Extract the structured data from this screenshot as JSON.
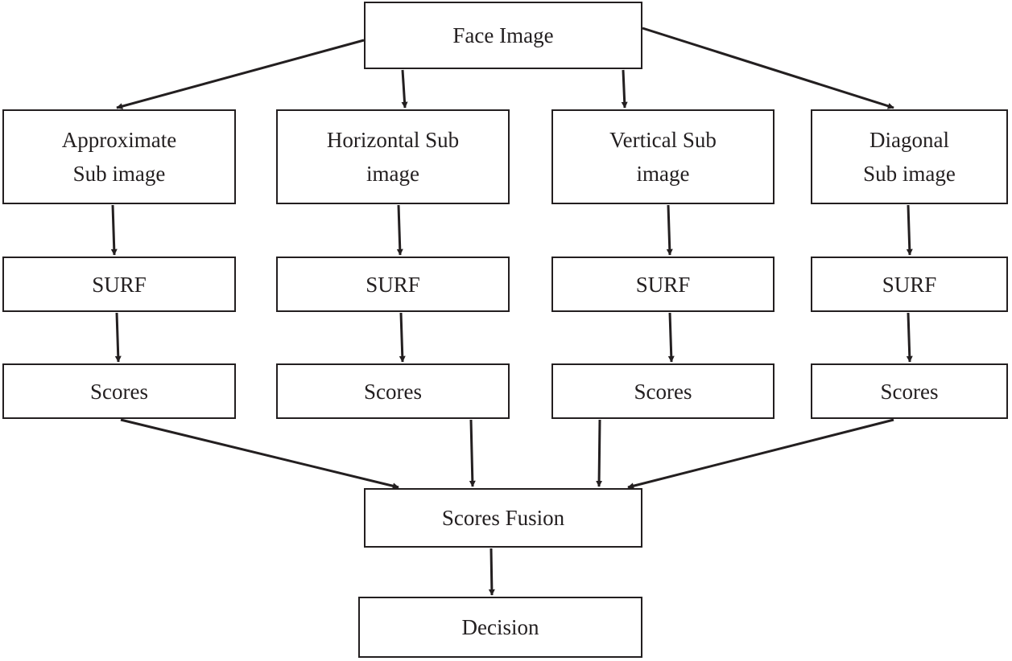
{
  "nodes": {
    "face_image": "Face Image",
    "approximate": "Approximate\nSub image",
    "horizontal": "Horizontal Sub\nimage",
    "vertical": "Vertical Sub\nimage",
    "diagonal": "Diagonal\nSub image",
    "surf_1": "SURF",
    "surf_2": "SURF",
    "surf_3": "SURF",
    "surf_4": "SURF",
    "scores_1": "Scores",
    "scores_2": "Scores",
    "scores_3": "Scores",
    "scores_4": "Scores",
    "fusion": "Scores Fusion",
    "decision": "Decision"
  },
  "edges": [
    [
      "face_image",
      "approximate"
    ],
    [
      "face_image",
      "horizontal"
    ],
    [
      "face_image",
      "vertical"
    ],
    [
      "face_image",
      "diagonal"
    ],
    [
      "approximate",
      "surf_1"
    ],
    [
      "horizontal",
      "surf_2"
    ],
    [
      "vertical",
      "surf_3"
    ],
    [
      "diagonal",
      "surf_4"
    ],
    [
      "surf_1",
      "scores_1"
    ],
    [
      "surf_2",
      "scores_2"
    ],
    [
      "surf_3",
      "scores_3"
    ],
    [
      "surf_4",
      "scores_4"
    ],
    [
      "scores_1",
      "fusion"
    ],
    [
      "scores_2",
      "fusion"
    ],
    [
      "scores_3",
      "fusion"
    ],
    [
      "scores_4",
      "fusion"
    ],
    [
      "fusion",
      "decision"
    ]
  ],
  "colors": {
    "stroke": "#231f20",
    "background": "#ffffff"
  }
}
